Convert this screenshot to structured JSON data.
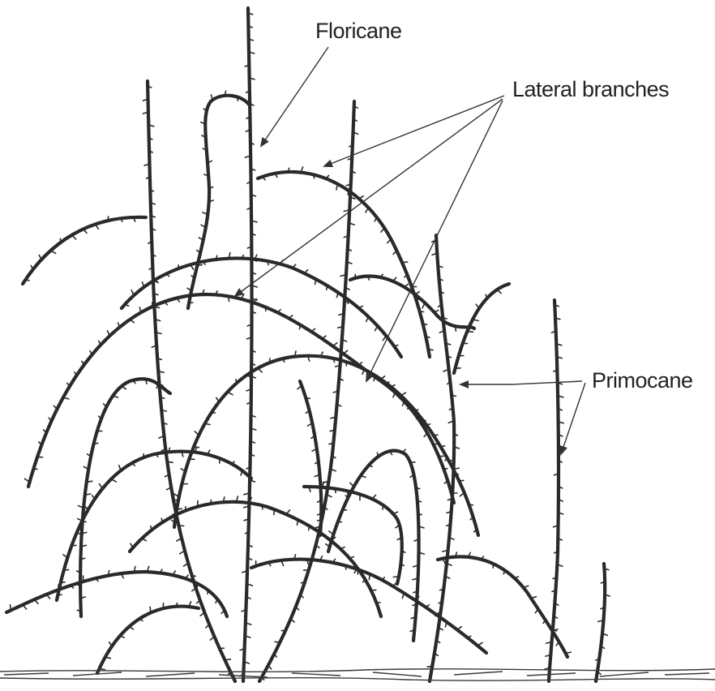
{
  "labels": {
    "floricane": "Floricane",
    "lateral_branches": "Lateral branches",
    "primocane": "Primocane"
  },
  "colors": {
    "ink": "#2a2a2a",
    "background": "#ffffff"
  }
}
